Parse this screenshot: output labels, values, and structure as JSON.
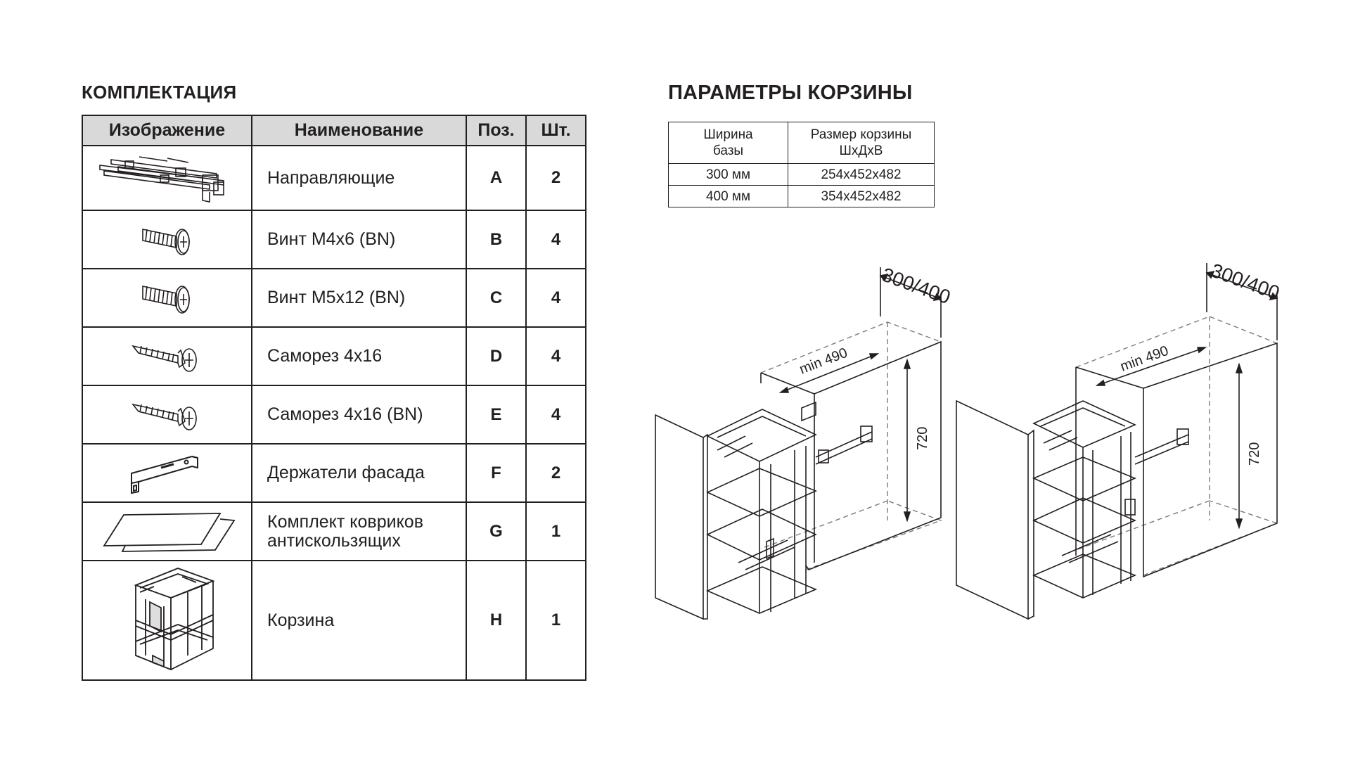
{
  "kit": {
    "title": "КОМПЛЕКТАЦИЯ",
    "headers": {
      "image": "Изображение",
      "name": "Наименование",
      "pos": "Поз.",
      "qty": "Шт."
    },
    "rows": [
      {
        "icon": "drawer-slides-icon",
        "name": "Направляющие",
        "pos": "A",
        "qty": "2"
      },
      {
        "icon": "screw-m4-icon",
        "name": "Винт М4х6 (BN)",
        "pos": "B",
        "qty": "4"
      },
      {
        "icon": "screw-m5-icon",
        "name": "Винт М5х12 (BN)",
        "pos": "C",
        "qty": "4"
      },
      {
        "icon": "wood-screw-icon",
        "name": "Саморез 4х16",
        "pos": "D",
        "qty": "4"
      },
      {
        "icon": "wood-screw-bn-icon",
        "name": "Саморез 4х16 (BN)",
        "pos": "E",
        "qty": "4"
      },
      {
        "icon": "facade-bracket-icon",
        "name": "Держатели фасада",
        "pos": "F",
        "qty": "2"
      },
      {
        "icon": "anti-slip-mats-icon",
        "name_line1": "Комплект ковриков",
        "name_line2": "антискользящих",
        "pos": "G",
        "qty": "1"
      },
      {
        "icon": "basket-icon",
        "name": "Корзина",
        "pos": "H",
        "qty": "1"
      }
    ]
  },
  "params": {
    "title": "ПАРАМЕТРЫ КОРЗИНЫ",
    "headers": {
      "base_width_line1": "Ширина",
      "base_width_line2": "базы",
      "basket_size_line1": "Размер корзины",
      "basket_size_line2": "ШхДхВ"
    },
    "rows": [
      {
        "base": "300 мм",
        "size": "254x452x482"
      },
      {
        "base": "400 мм",
        "size": "354x452x482"
      }
    ]
  },
  "diagram": {
    "left": {
      "width_label": "300/400",
      "depth_label": "min 490",
      "height_label": "720"
    },
    "right": {
      "width_label": "300/400",
      "depth_label": "min 490",
      "height_label": "720"
    }
  },
  "colors": {
    "text": "#231f20",
    "header_fill": "#d9d9d9",
    "dashed": "#7a7a7a"
  }
}
